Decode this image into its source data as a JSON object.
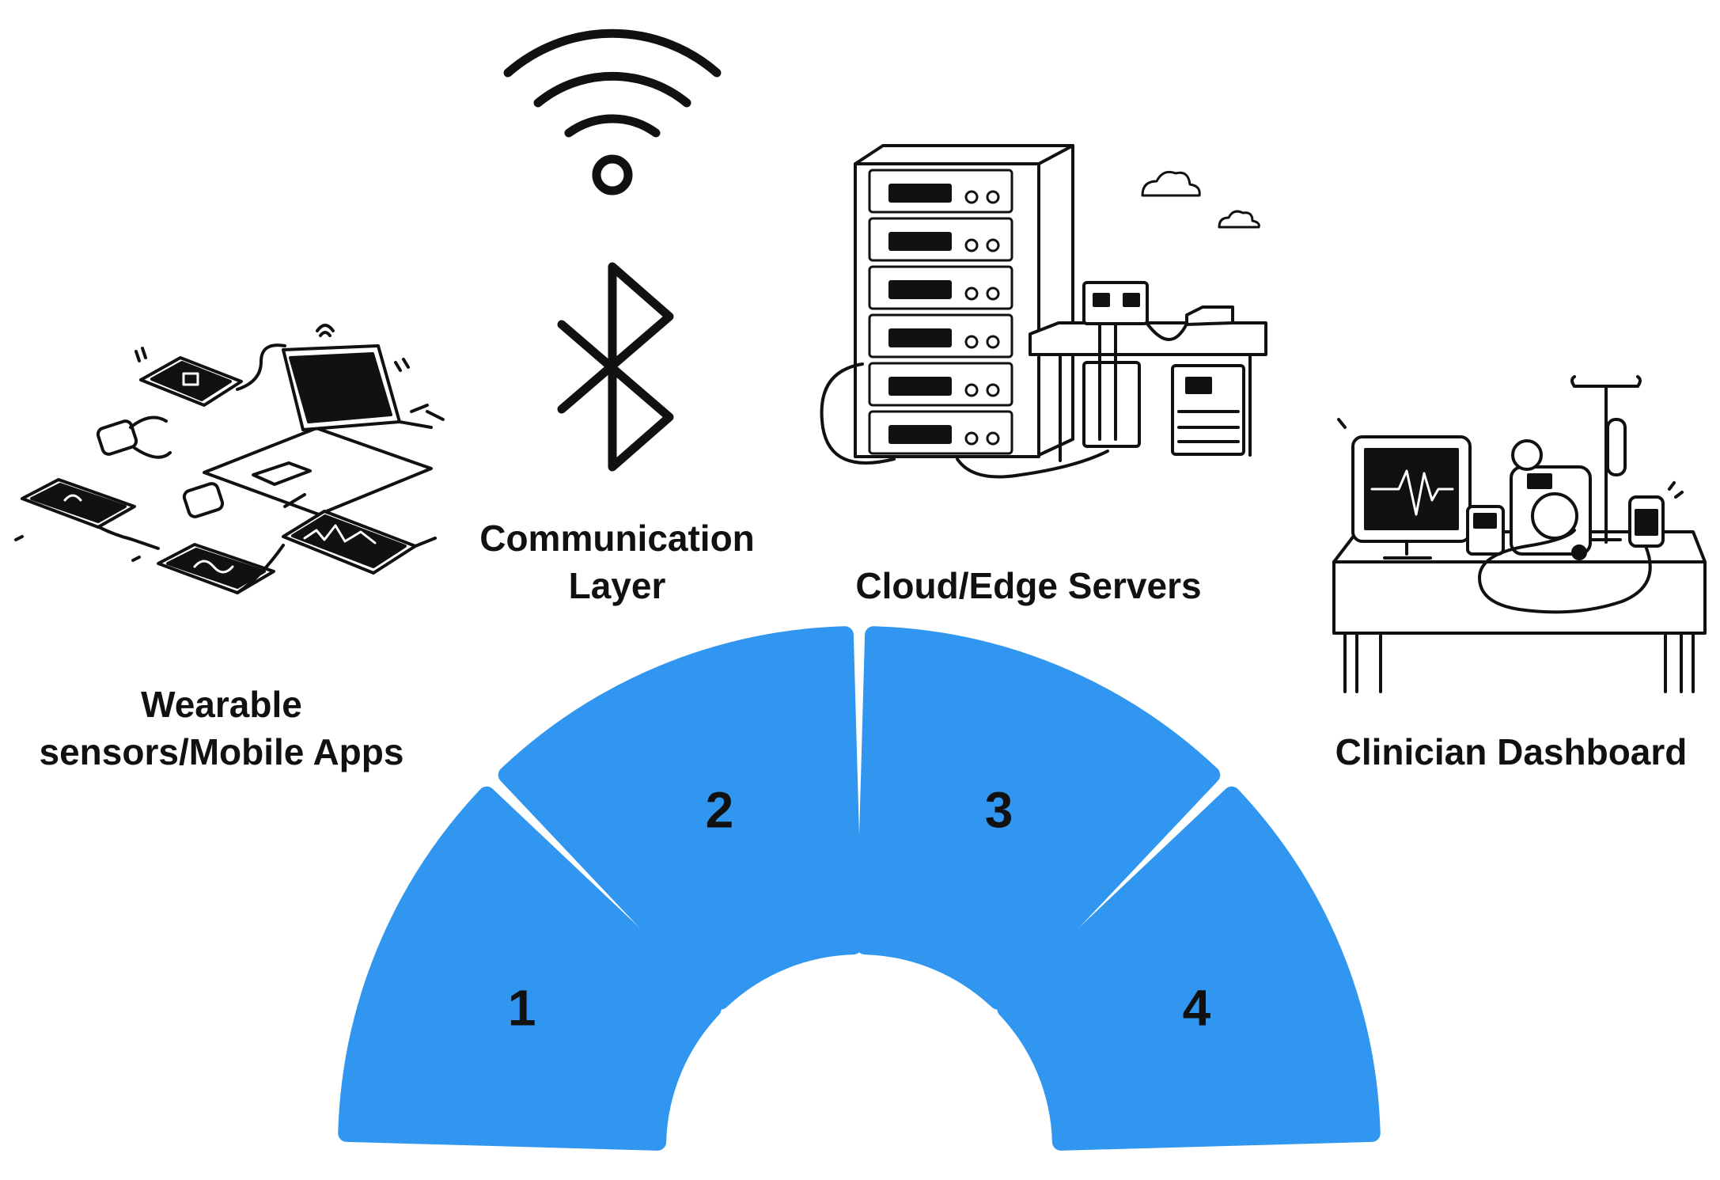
{
  "diagram": {
    "segment_color": "#3096f0",
    "ink_color": "#111111",
    "layers": [
      {
        "number": "1",
        "label_lines": [
          "Wearable",
          "sensors/Mobile Apps"
        ],
        "icon": "wearable-devices-icon"
      },
      {
        "number": "2",
        "label_lines": [
          "Communication",
          "Layer"
        ],
        "icon": "wifi-bluetooth-icon"
      },
      {
        "number": "3",
        "label_lines": [
          "Cloud/Edge Servers"
        ],
        "icon": "server-rack-icon"
      },
      {
        "number": "4",
        "label_lines": [
          "Clinician Dashboard"
        ],
        "icon": "clinical-monitor-icon"
      }
    ]
  }
}
